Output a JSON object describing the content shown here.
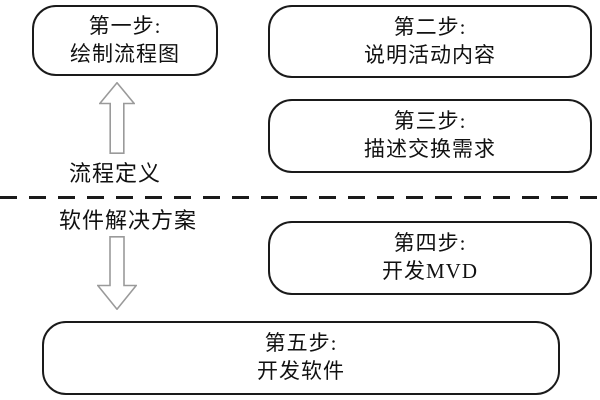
{
  "diagram": {
    "title": "five-step process diagram",
    "boxes": [
      {
        "id": "step1",
        "line1": "第一步:",
        "line2": "绘制流程图"
      },
      {
        "id": "step2",
        "line1": "第二步:",
        "line2": "说明活动内容"
      },
      {
        "id": "step3",
        "line1": "第三步:",
        "line2": "描述交换需求"
      },
      {
        "id": "step4",
        "line1": "第四步:",
        "line2": "开发MVD"
      },
      {
        "id": "step5",
        "line1": "第五步:",
        "line2": "开发软件"
      }
    ],
    "labels": {
      "above_divider": "流程定义",
      "below_divider": "软件解决方案"
    },
    "icons": {
      "up_arrow": "up-block-arrow",
      "down_arrow": "down-block-arrow"
    },
    "colors": {
      "border": "#1a1a1a",
      "arrow_outline": "#9a9a9a",
      "text": "#111111",
      "background": "#ffffff"
    }
  }
}
